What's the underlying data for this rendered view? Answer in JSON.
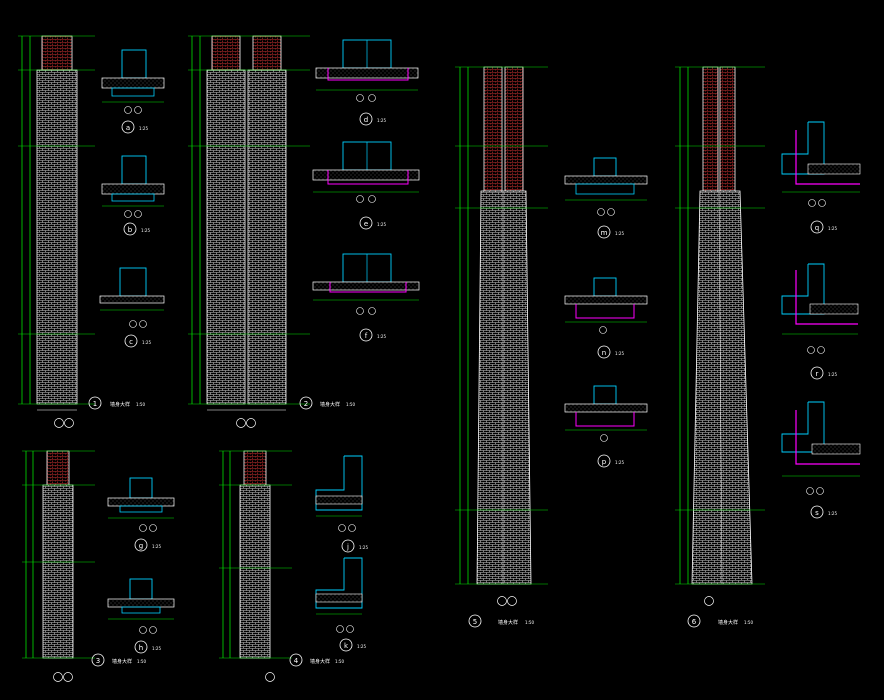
{
  "drawing_sheet": {
    "background": "#000000",
    "colors": {
      "white": "#ffffff",
      "green": "#00e000",
      "cyan": "#00d0ff",
      "magenta": "#ff00ff",
      "red": "#d02020",
      "yellow": "#ffff00"
    },
    "elevations": [
      {
        "number": "1",
        "title": "墙身大样",
        "scale": "1:50"
      },
      {
        "number": "2",
        "title": "墙身大样",
        "scale": "1:50"
      },
      {
        "number": "3",
        "title": "墙身大样",
        "scale": "1:50"
      },
      {
        "number": "4",
        "title": "墙身大样",
        "scale": "1:50"
      },
      {
        "number": "5",
        "title": "墙身大样",
        "scale": "1:50"
      },
      {
        "number": "6",
        "title": "墙身大样",
        "scale": "1:50"
      }
    ],
    "details": [
      {
        "letter": "a",
        "scale": "1:25"
      },
      {
        "letter": "b",
        "scale": "1:25"
      },
      {
        "letter": "c",
        "scale": "1:25"
      },
      {
        "letter": "d",
        "scale": "1:25"
      },
      {
        "letter": "e",
        "scale": "1:25"
      },
      {
        "letter": "f",
        "scale": "1:25"
      },
      {
        "letter": "g",
        "scale": "1:25"
      },
      {
        "letter": "h",
        "scale": "1:25"
      },
      {
        "letter": "j",
        "scale": "1:25"
      },
      {
        "letter": "k",
        "scale": "1:25"
      },
      {
        "letter": "m",
        "scale": "1:25"
      },
      {
        "letter": "n",
        "scale": "1:25"
      },
      {
        "letter": "p",
        "scale": "1:25"
      },
      {
        "letter": "q",
        "scale": "1:25"
      },
      {
        "letter": "r",
        "scale": "1:25"
      },
      {
        "letter": "s",
        "scale": "1:25"
      }
    ]
  }
}
